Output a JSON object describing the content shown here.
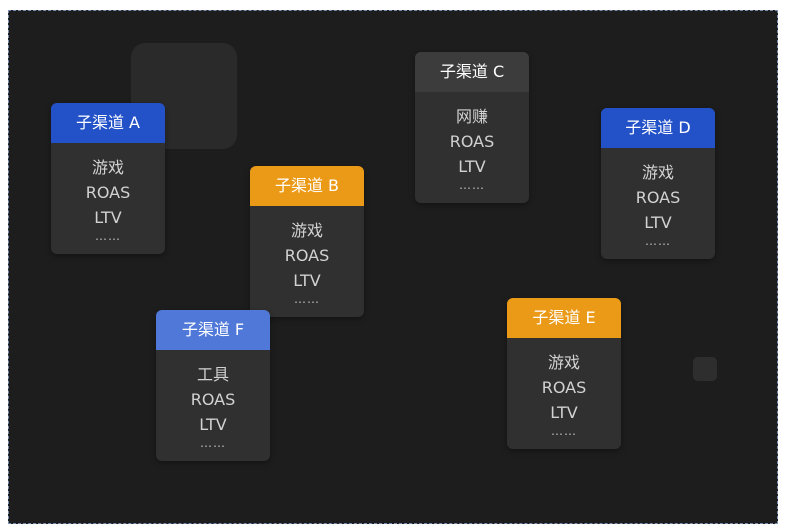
{
  "cards": {
    "A": {
      "title": "子渠道 A",
      "lines": [
        "游戏",
        "ROAS",
        "LTV"
      ],
      "more": "……",
      "header_color": "#2352c8"
    },
    "B": {
      "title": "子渠道 B",
      "lines": [
        "游戏",
        "ROAS",
        "LTV"
      ],
      "more": "……",
      "header_color": "#eb9a17"
    },
    "C": {
      "title": "子渠道 C",
      "lines": [
        "网赚",
        "ROAS",
        "LTV"
      ],
      "more": "……",
      "header_color": "#3c3c3c"
    },
    "D": {
      "title": "子渠道 D",
      "lines": [
        "游戏",
        "ROAS",
        "LTV"
      ],
      "more": "……",
      "header_color": "#2352c8"
    },
    "E": {
      "title": "子渠道 E",
      "lines": [
        "游戏",
        "ROAS",
        "LTV"
      ],
      "more": "……",
      "header_color": "#eb9a17"
    },
    "F": {
      "title": "子渠道 F",
      "lines": [
        "工具",
        "ROAS",
        "LTV"
      ],
      "more": "……",
      "header_color": "#4f78d8"
    }
  },
  "background_color": "#1d1d1d"
}
